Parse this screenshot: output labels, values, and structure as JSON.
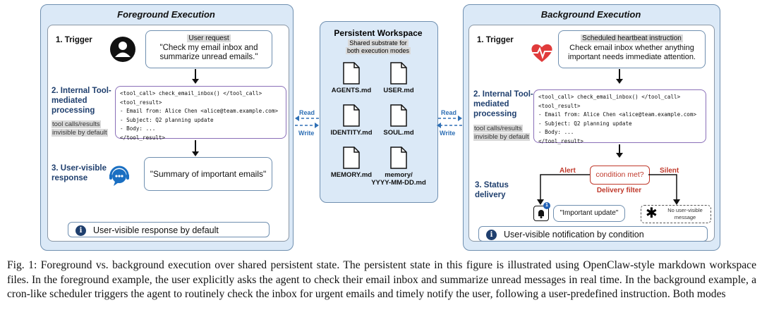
{
  "foreground": {
    "title": "Foreground Execution",
    "trigger_label": "1. Trigger",
    "request_tag": "User request",
    "request_text": "\"Check my email inbox and summarize unread emails.\"",
    "processing_label": "2. Internal Tool-mediated processing",
    "note_line1": "tool calls/results",
    "note_line2": "invisible by default",
    "code_lines": [
      "<tool_call> check_email_inbox() </tool_call>",
      "<tool_result>",
      "- Email from: Alice Chen <alice@team.example.com>",
      "- Subject: Q2 planning update",
      "- Body: ...",
      "</tool_result>"
    ],
    "response_label": "3. User-visible response",
    "response_text": "\"Summary of important emails\"",
    "footer": "User-visible response by default"
  },
  "workspace": {
    "title": "Persistent Workspace",
    "subtitle_line1": "Shared substrate for",
    "subtitle_line2": "both execution modes",
    "files": [
      "AGENTS.md",
      "USER.md",
      "IDENTITY.md",
      "SOUL.md",
      "MEMORY.md",
      "memory/ YYYY-MM-DD.md"
    ]
  },
  "arrows": {
    "read": "Read",
    "write": "Write"
  },
  "background": {
    "title": "Background Execution",
    "trigger_label": "1. Trigger",
    "instruction_tag": "Scheduled heartbeat instruction",
    "instruction_text": "Check email inbox whether anything important needs immediate attention.",
    "processing_label": "2. Internal Tool-mediated processing",
    "note_line1": "tool calls/results",
    "note_line2": "invisible by default",
    "code_lines": [
      "<tool_call> check_email_inbox() </tool_call>",
      "<tool_result>",
      "- Email from: Alice Chen <alice@team.example.com>",
      "- Subject: Q2 planning update",
      "- Body: ...",
      "</tool_result>"
    ],
    "status_label": "3. Status delivery",
    "condition": "condition met?",
    "alert": "Alert",
    "silent": "Silent",
    "filter": "Delivery filter",
    "notify_badge": "1",
    "update_text": "\"Important update\"",
    "no_message": "No user-visible message",
    "footer": "User-visible notification by condition"
  },
  "caption": "Fig. 1: Foreground vs. background execution over shared persistent state. The persistent state in this figure is illustrated using OpenClaw-style markdown workspace files. In the foreground example, the user explicitly asks the agent to check their email inbox and summarize unread messages in real time. In the background example, a cron-like scheduler triggers the agent to routinely check the inbox for urgent emails and timely notify the user, following a user-predefined instruction. Both modes",
  "colors": {
    "panel": "#dbe9f7",
    "accent_blue": "#1f3f6e",
    "arrow_blue": "#2e6fb5",
    "alert_red": "#c0392b",
    "code_border": "#8a6fb8"
  }
}
